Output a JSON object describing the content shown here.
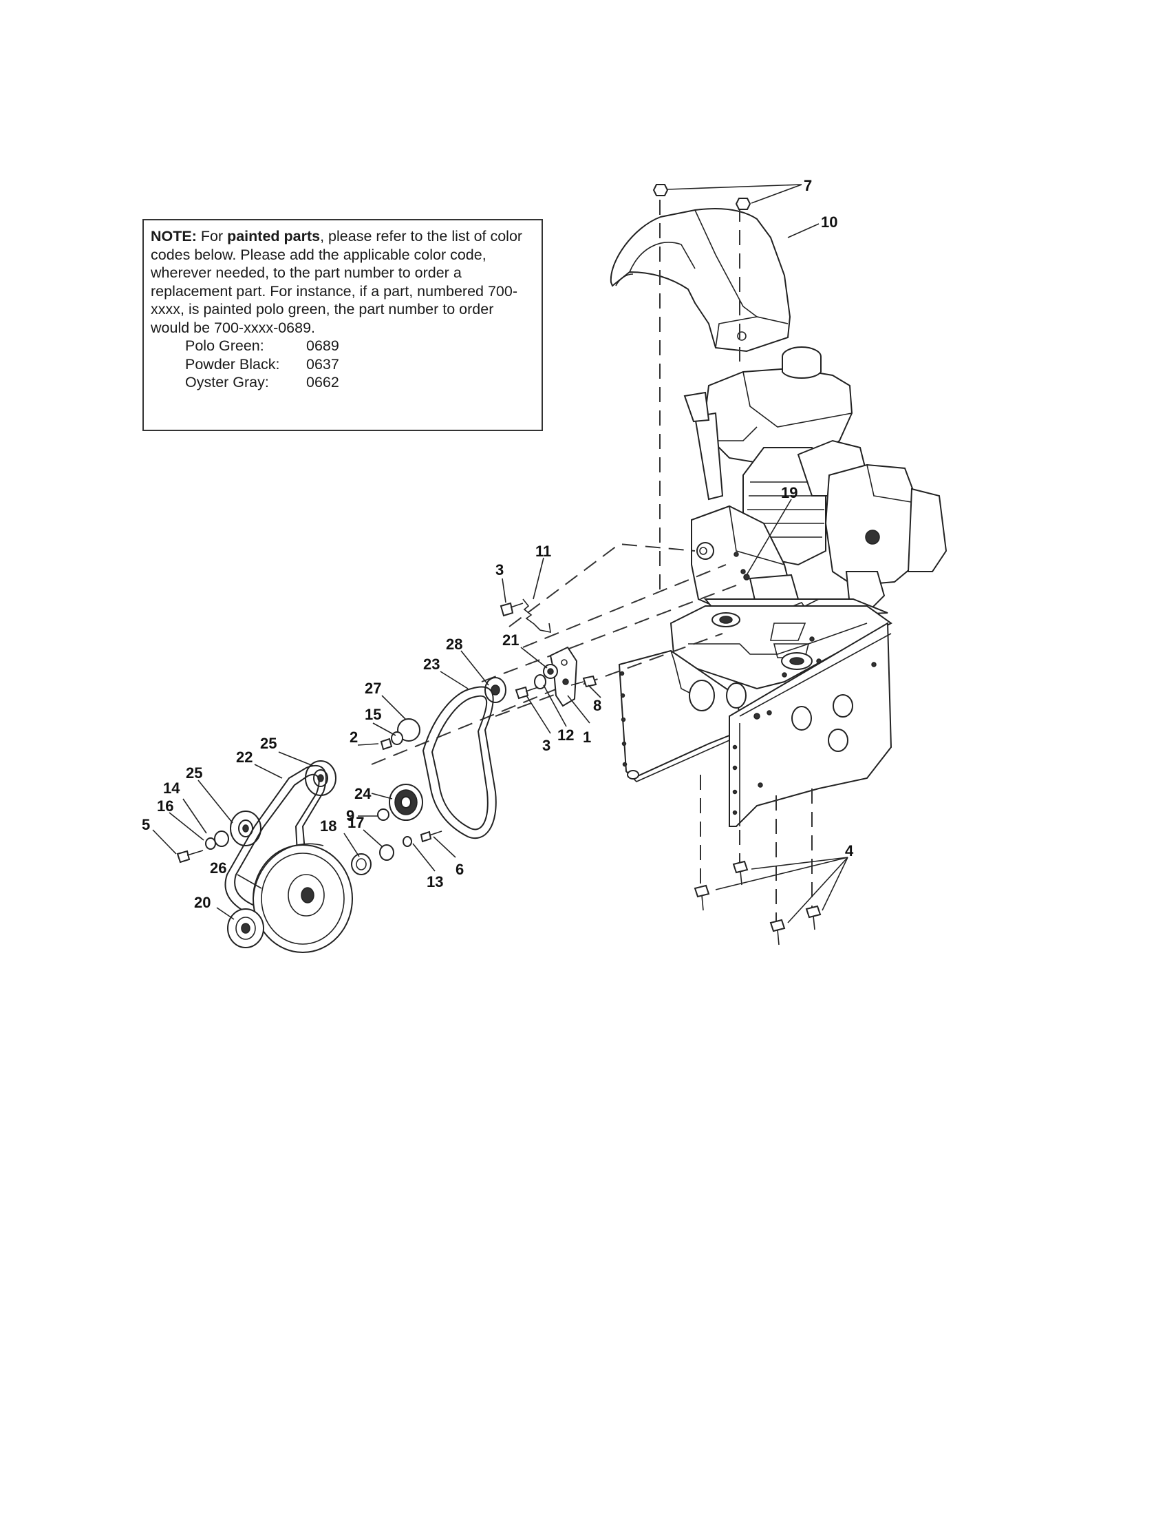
{
  "note": {
    "lead": "NOTE:",
    "text_a": " For ",
    "emph": "painted parts",
    "text_b": ", please refer to the list of color codes below. Please add the applicable color code, wherever needed, to the part number to order a replacement part. For instance, if a part, numbered 700-xxxx, is painted polo green, the part number to order would be 700-xxxx-0689.",
    "colors": [
      {
        "name": "Polo Green:",
        "code": "0689"
      },
      {
        "name": "Powder Black:",
        "code": "0637"
      },
      {
        "name": "Oyster Gray:",
        "code": "0662"
      }
    ]
  },
  "callouts": [
    "7",
    "10",
    "19",
    "11",
    "3",
    "21",
    "28",
    "23",
    "27",
    "15",
    "2",
    "25",
    "22",
    "24",
    "9",
    "14",
    "16",
    "5",
    "18",
    "17",
    "26",
    "20",
    "12",
    "1",
    "8",
    "3",
    "13",
    "6",
    "4"
  ]
}
